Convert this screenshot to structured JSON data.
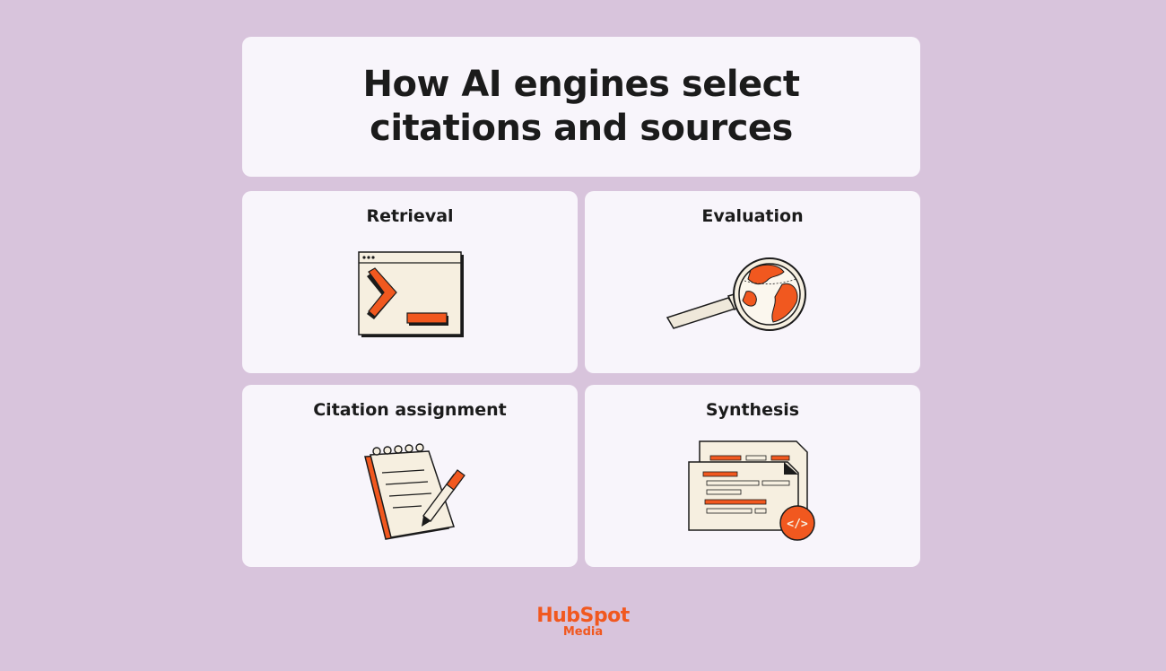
{
  "title": "How AI engines select\ncitations and sources",
  "cards": [
    {
      "label": "Retrieval",
      "icon": "terminal-icon"
    },
    {
      "label": "Evaluation",
      "icon": "magnifier-globe-icon"
    },
    {
      "label": "Citation assignment",
      "icon": "notepad-pen-icon"
    },
    {
      "label": "Synthesis",
      "icon": "code-document-icon"
    }
  ],
  "brand": {
    "name": "HubSpot",
    "sub": "Media"
  },
  "colors": {
    "background": "#d8c4dc",
    "card": "#f8f5fb",
    "accent": "#f1581f",
    "ink": "#1b1b1b"
  }
}
